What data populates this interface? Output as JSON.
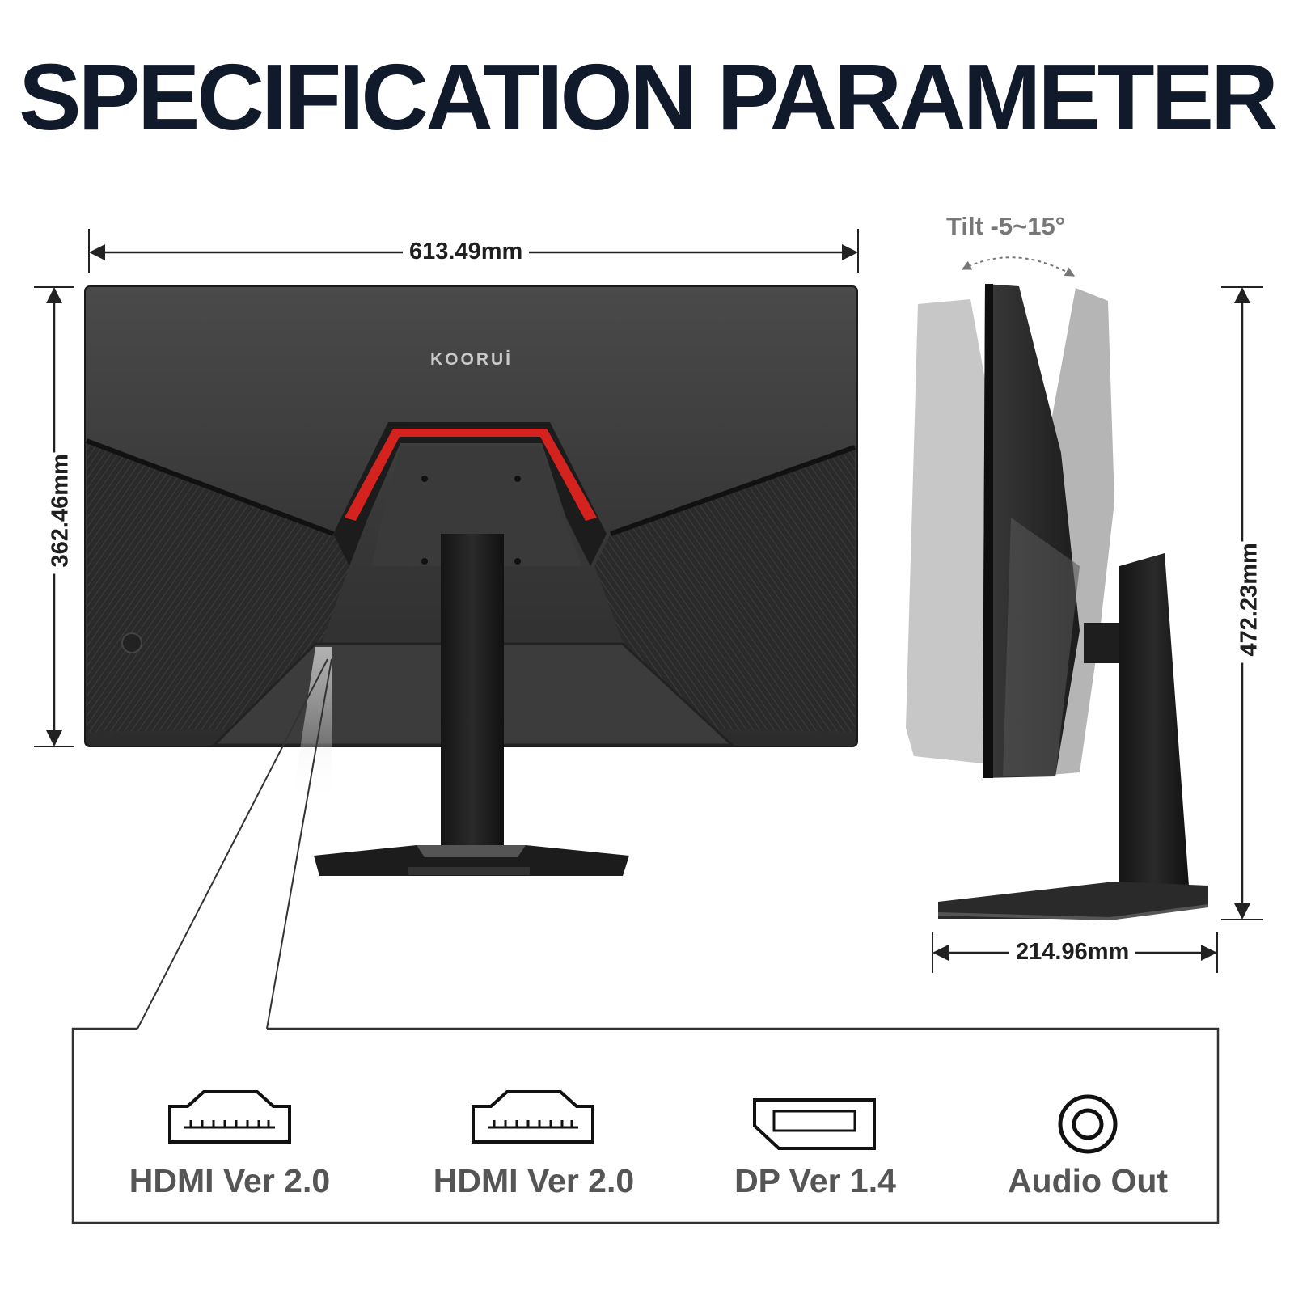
{
  "title": "SPECIFICATION PARAMETER",
  "brand": "KOORUİ",
  "dimensions": {
    "width": "613.49mm",
    "height": "362.46mm",
    "total_height": "472.23mm",
    "depth": "214.96mm",
    "tilt": "Tilt -5~15°"
  },
  "ports": [
    {
      "icon": "hdmi-icon",
      "label": "HDMI Ver 2.0"
    },
    {
      "icon": "hdmi-icon",
      "label": "HDMI Ver 2.0"
    },
    {
      "icon": "displayport-icon",
      "label": "DP Ver 1.4"
    },
    {
      "icon": "audio-jack-icon",
      "label": "Audio Out"
    }
  ],
  "colors": {
    "title": "#111a2b",
    "accent_red": "#d4231e",
    "monitor_body": "#2b2b2b",
    "label_gray": "#555555"
  }
}
